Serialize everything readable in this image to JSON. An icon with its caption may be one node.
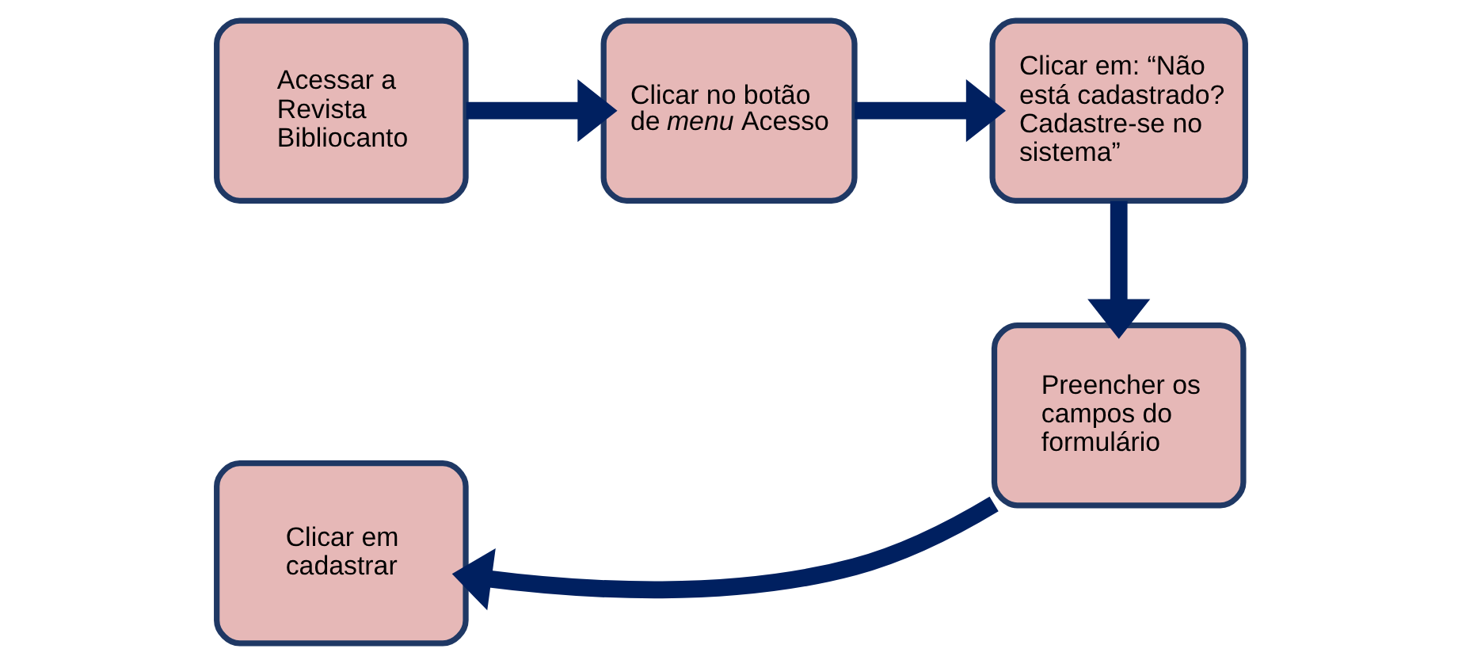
{
  "diagram": {
    "nodes": [
      {
        "text": [
          "Acessar a Revista Bibliocanto"
        ]
      },
      {
        "text": [
          "Clicar no botão de *menu* Acesso"
        ]
      },
      {
        "text": [
          "Clicar em: “Não está cadastrado? Cadastre-se no sistema”"
        ]
      },
      {
        "text": [
          "Preencher os campos do formulário"
        ]
      },
      {
        "text": [
          "Clicar em cadastrar"
        ]
      }
    ],
    "edges": [
      {
        "from": 0,
        "to": 1,
        "arrow": "to"
      },
      {
        "from": 1,
        "to": 2,
        "arrow": "to"
      },
      {
        "from": 2,
        "to": 3,
        "arrow": "to"
      },
      {
        "from": 3,
        "to": 4,
        "arrow": "to"
      }
    ]
  }
}
